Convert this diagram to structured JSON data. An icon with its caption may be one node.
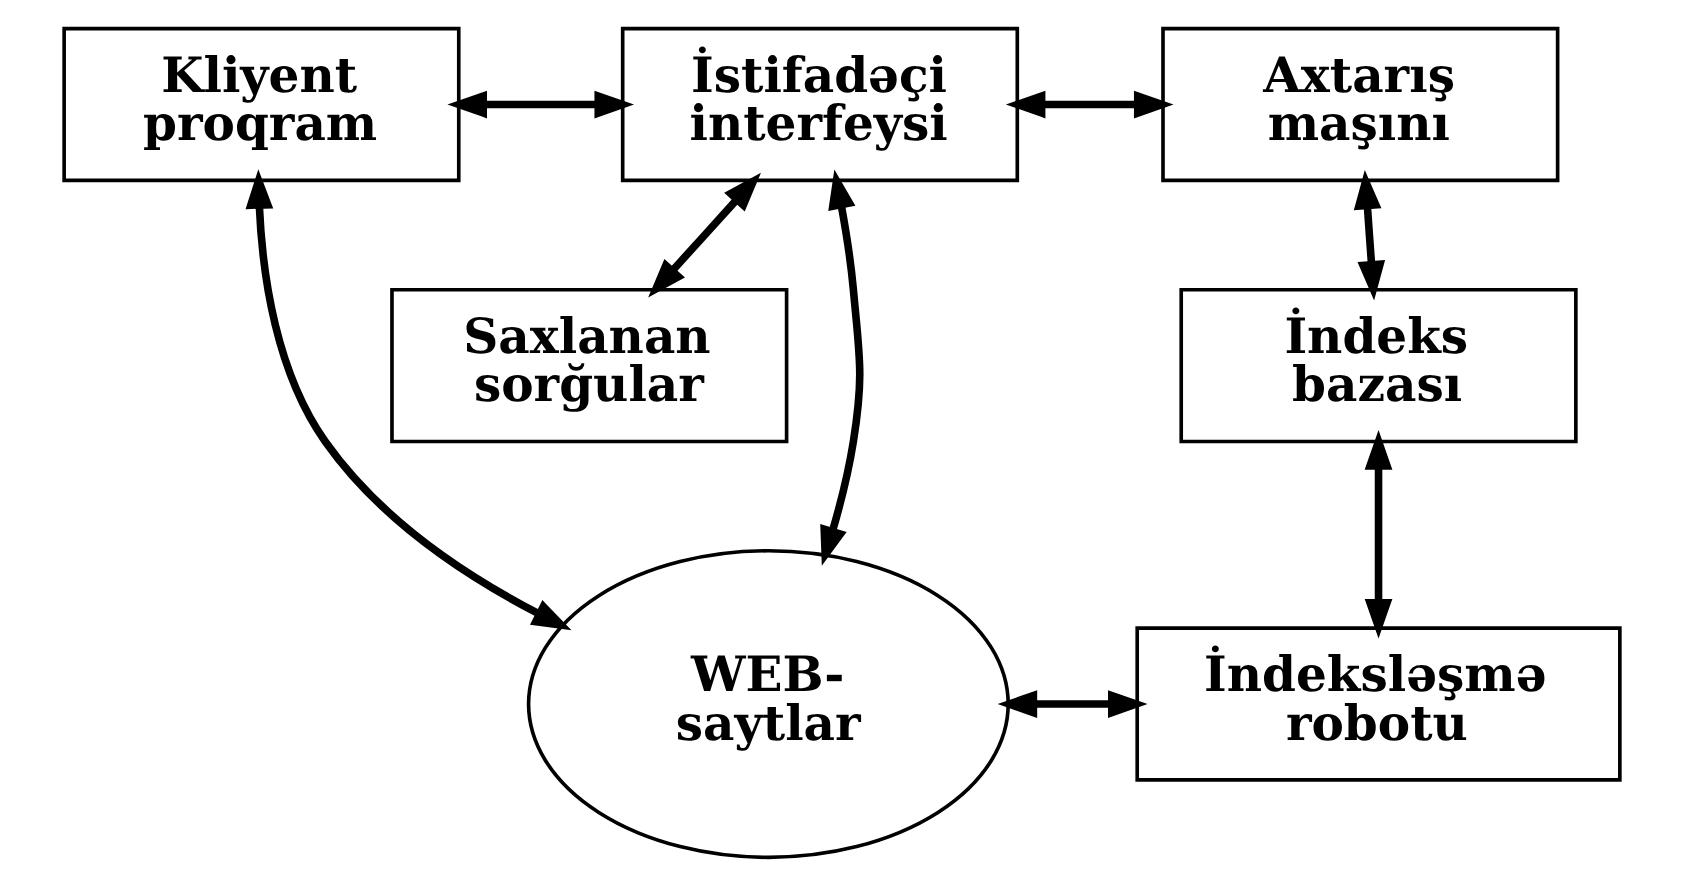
{
  "diagram": {
    "nodes": [
      {
        "text": [
          "Kliyent proqram"
        ]
      },
      {
        "text": [
          "İstifadəçi interfeysi"
        ]
      },
      {
        "text": [
          "Axtarış maşını"
        ]
      },
      {
        "text": [
          "Saxlanan sorğular"
        ]
      },
      {
        "text": [
          "İndeks bazası"
        ]
      },
      {
        "text": [
          "WEB- saytlar"
        ]
      },
      {
        "text": [
          "İndeksləşmə robotu"
        ]
      }
    ],
    "edges": [
      {
        "from": 0,
        "to": 1,
        "arrow": "both"
      },
      {
        "from": 1,
        "to": 2,
        "arrow": "both"
      },
      {
        "from": 0,
        "to": 5,
        "arrow": "both"
      },
      {
        "from": 1,
        "to": 5,
        "arrow": "both"
      },
      {
        "from": 1,
        "to": 3,
        "arrow": "both"
      },
      {
        "from": 2,
        "to": 4,
        "arrow": "both"
      },
      {
        "from": 4,
        "to": 6,
        "arrow": "both"
      },
      {
        "from": 5,
        "to": 6,
        "arrow": "both"
      }
    ]
  }
}
